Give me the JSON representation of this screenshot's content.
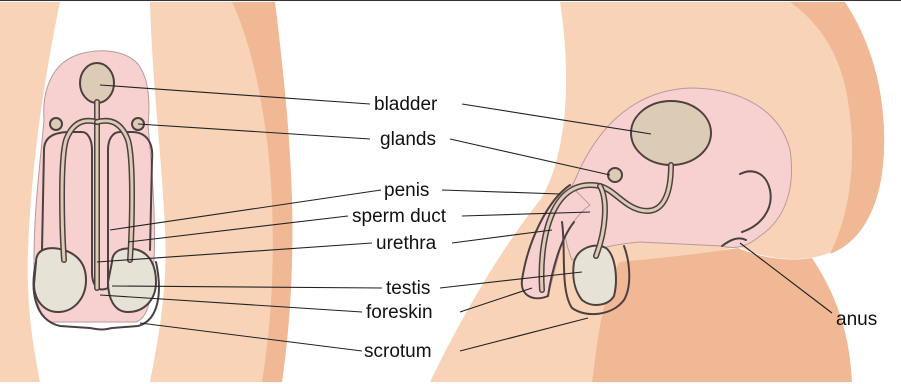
{
  "diagram": {
    "labels": {
      "bladder": "bladder",
      "glands": "glands",
      "penis": "penis",
      "sperm_duct": "sperm duct",
      "urethra": "urethra",
      "testis": "testis",
      "foreskin": "foreskin",
      "scrotum": "scrotum",
      "anus": "anus"
    }
  }
}
